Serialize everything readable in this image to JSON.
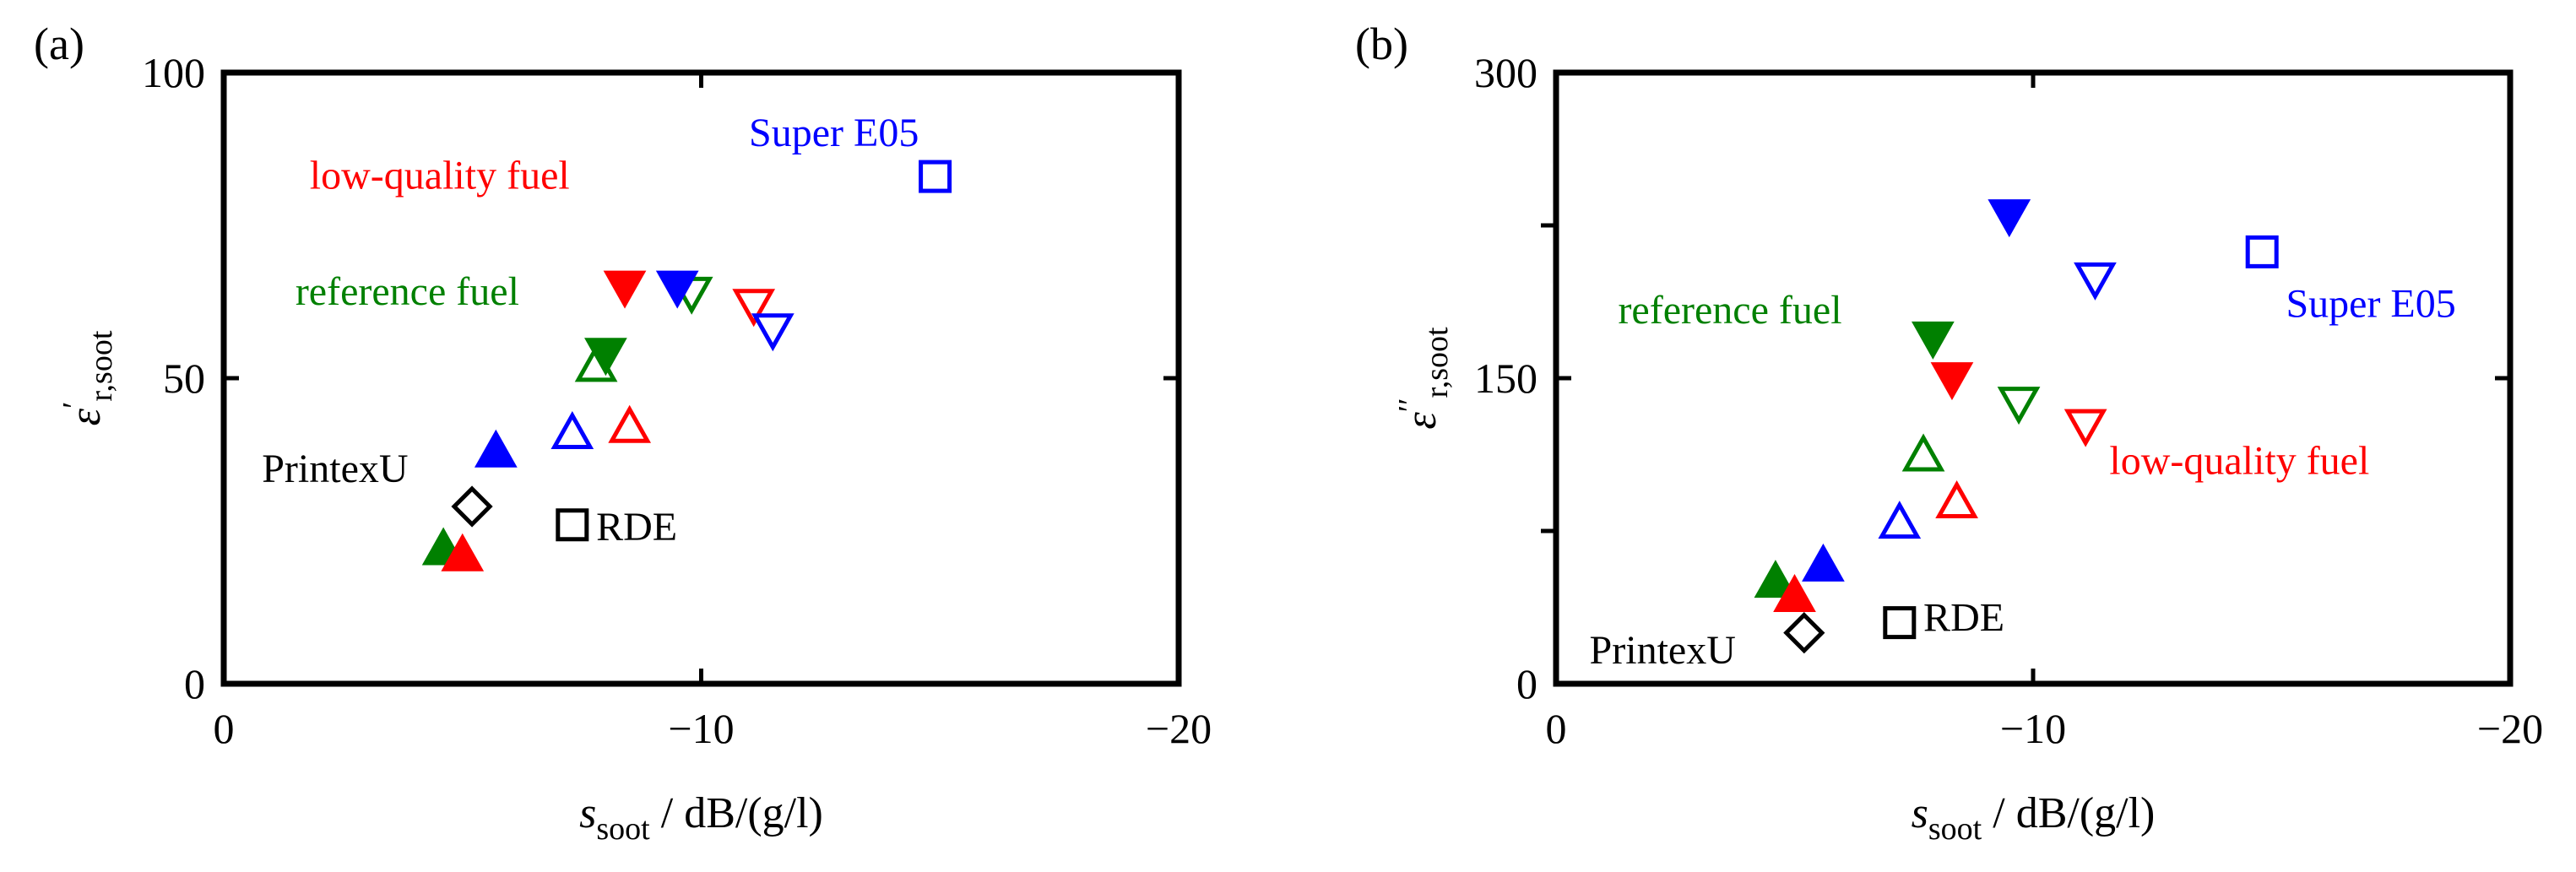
{
  "chart_data": [
    {
      "type": "scatter",
      "panel_label": "(a)",
      "xlabel": {
        "symbol": "s",
        "subscript": "soot",
        "unit": " / dB/(g/l)"
      },
      "ylabel": {
        "symbol": "ε",
        "prime": "′",
        "subscript": "r,soot"
      },
      "xlim": [
        0,
        -20
      ],
      "ylim": [
        0,
        100
      ],
      "x_ticks": [
        0,
        -10,
        -20
      ],
      "x_tick_labels": [
        "0",
        "−10",
        "−20"
      ],
      "y_ticks": [
        0,
        50,
        100
      ],
      "y_tick_labels": [
        "0",
        "50",
        "100"
      ],
      "grid": false,
      "series": [
        {
          "name": "reference fuel",
          "color": "#008000",
          "points": [
            {
              "x": -4.6,
              "y": 22,
              "marker": "triangle-up",
              "filled": true
            },
            {
              "x": -7.8,
              "y": 52,
              "marker": "triangle-up",
              "filled": false
            },
            {
              "x": -8.0,
              "y": 54,
              "marker": "triangle-down",
              "filled": true
            },
            {
              "x": -9.8,
              "y": 64,
              "marker": "triangle-down",
              "filled": false
            }
          ]
        },
        {
          "name": "low-quality fuel",
          "color": "#ff0000",
          "points": [
            {
              "x": -5.0,
              "y": 21,
              "marker": "triangle-up",
              "filled": true
            },
            {
              "x": -8.5,
              "y": 42,
              "marker": "triangle-up",
              "filled": false
            },
            {
              "x": -8.4,
              "y": 65,
              "marker": "triangle-down",
              "filled": true
            },
            {
              "x": -11.1,
              "y": 62,
              "marker": "triangle-down",
              "filled": false
            }
          ]
        },
        {
          "name": "Super E05",
          "color": "#0000ff",
          "points": [
            {
              "x": -5.7,
              "y": 38,
              "marker": "triangle-up",
              "filled": true
            },
            {
              "x": -7.3,
              "y": 41,
              "marker": "triangle-up",
              "filled": false
            },
            {
              "x": -9.5,
              "y": 65,
              "marker": "triangle-down",
              "filled": true
            },
            {
              "x": -11.5,
              "y": 58,
              "marker": "triangle-down",
              "filled": false
            },
            {
              "x": -14.9,
              "y": 83,
              "marker": "square",
              "filled": false
            }
          ]
        },
        {
          "name": "PrintexU",
          "color": "#000000",
          "points": [
            {
              "x": -5.2,
              "y": 29,
              "marker": "diamond",
              "filled": false
            }
          ]
        },
        {
          "name": "RDE",
          "color": "#000000",
          "points": [
            {
              "x": -7.3,
              "y": 26,
              "marker": "square",
              "filled": false
            }
          ]
        }
      ],
      "annotations": [
        {
          "text": "Super E05",
          "color": "#0000ff",
          "x": -11.0,
          "y": 88,
          "anchor": "start"
        },
        {
          "text": "low-quality fuel",
          "color": "#ff0000",
          "x": -1.8,
          "y": 81,
          "anchor": "start"
        },
        {
          "text": "reference fuel",
          "color": "#008000",
          "x": -1.5,
          "y": 62,
          "anchor": "start"
        },
        {
          "text": "PrintexU",
          "color": "#000000",
          "x": -0.8,
          "y": 33,
          "anchor": "start"
        },
        {
          "text": "RDE",
          "color": "#000000",
          "x": -7.8,
          "y": 23.5,
          "anchor": "start"
        }
      ]
    },
    {
      "type": "scatter",
      "panel_label": "(b)",
      "xlabel": {
        "symbol": "s",
        "subscript": "soot",
        "unit": " / dB/(g/l)"
      },
      "ylabel": {
        "symbol": "ε",
        "prime": "′′",
        "subscript": "r,soot"
      },
      "xlim": [
        0,
        -20
      ],
      "ylim": [
        0,
        300
      ],
      "x_ticks": [
        0,
        -10,
        -20
      ],
      "x_tick_labels": [
        "0",
        "−10",
        "−20"
      ],
      "y_ticks": [
        0,
        150,
        300
      ],
      "y_tick_labels": [
        "0",
        "150",
        "300"
      ],
      "y_minor_ticks": [
        75,
        225
      ],
      "grid": false,
      "series": [
        {
          "name": "reference fuel",
          "color": "#008000",
          "points": [
            {
              "x": -4.6,
              "y": 50,
              "marker": "triangle-up",
              "filled": true
            },
            {
              "x": -7.7,
              "y": 112,
              "marker": "triangle-up",
              "filled": false
            },
            {
              "x": -7.9,
              "y": 170,
              "marker": "triangle-down",
              "filled": true
            },
            {
              "x": -9.7,
              "y": 138,
              "marker": "triangle-down",
              "filled": false
            }
          ]
        },
        {
          "name": "low-quality fuel",
          "color": "#ff0000",
          "points": [
            {
              "x": -5.0,
              "y": 43,
              "marker": "triangle-up",
              "filled": true
            },
            {
              "x": -8.4,
              "y": 89,
              "marker": "triangle-up",
              "filled": false
            },
            {
              "x": -8.3,
              "y": 150,
              "marker": "triangle-down",
              "filled": true
            },
            {
              "x": -11.1,
              "y": 127,
              "marker": "triangle-down",
              "filled": false
            }
          ]
        },
        {
          "name": "Super E05",
          "color": "#0000ff",
          "points": [
            {
              "x": -5.6,
              "y": 58,
              "marker": "triangle-up",
              "filled": true
            },
            {
              "x": -7.2,
              "y": 79,
              "marker": "triangle-up",
              "filled": false
            },
            {
              "x": -9.5,
              "y": 230,
              "marker": "triangle-down",
              "filled": true
            },
            {
              "x": -11.3,
              "y": 199,
              "marker": "triangle-down",
              "filled": false
            },
            {
              "x": -14.8,
              "y": 212,
              "marker": "square",
              "filled": false
            }
          ]
        },
        {
          "name": "PrintexU",
          "color": "#000000",
          "points": [
            {
              "x": -5.2,
              "y": 25,
              "marker": "diamond",
              "filled": false
            }
          ]
        },
        {
          "name": "RDE",
          "color": "#000000",
          "points": [
            {
              "x": -7.2,
              "y": 30,
              "marker": "square",
              "filled": false
            }
          ]
        }
      ],
      "annotations": [
        {
          "text": "Super E05",
          "color": "#0000ff",
          "x": -15.3,
          "y": 180,
          "anchor": "start"
        },
        {
          "text": "reference fuel",
          "color": "#008000",
          "x": -1.3,
          "y": 177,
          "anchor": "start"
        },
        {
          "text": "low-quality fuel",
          "color": "#ff0000",
          "x": -11.6,
          "y": 103,
          "anchor": "start"
        },
        {
          "text": "PrintexU",
          "color": "#000000",
          "x": -0.7,
          "y": 10,
          "anchor": "start"
        },
        {
          "text": "RDE",
          "color": "#000000",
          "x": -7.7,
          "y": 26,
          "anchor": "start"
        }
      ]
    }
  ]
}
